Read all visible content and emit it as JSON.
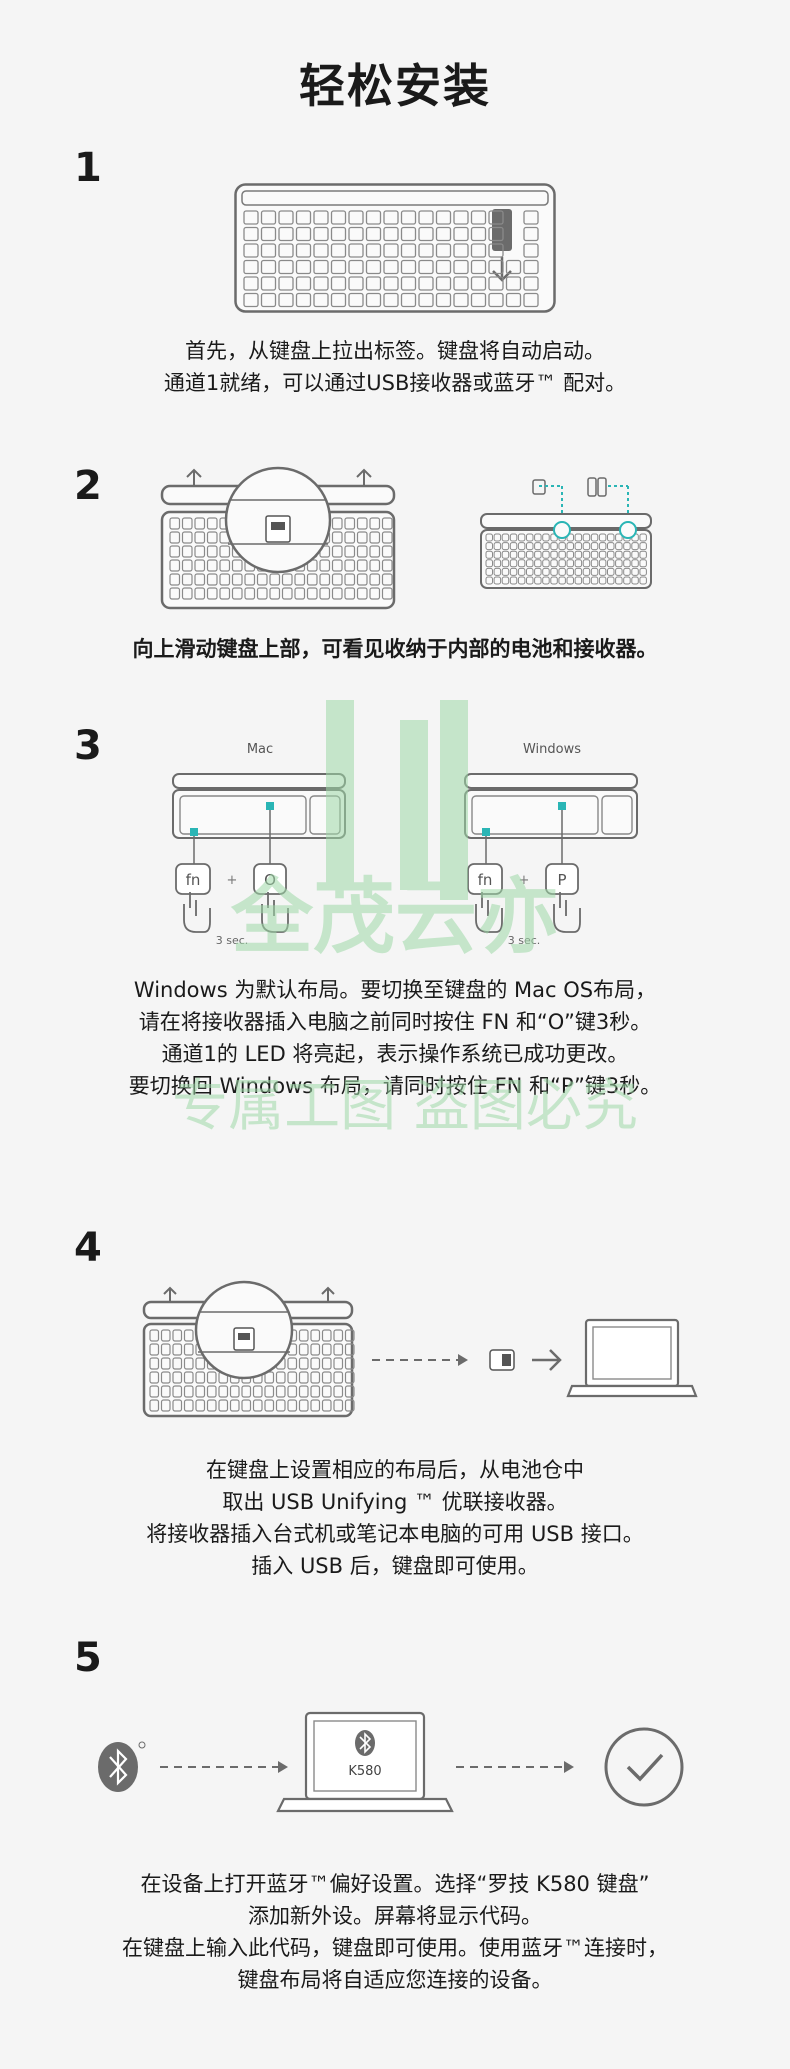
{
  "page": {
    "title": "轻松安装",
    "accent_color": "#2ab5b5"
  },
  "steps": [
    {
      "number": "1",
      "lines": [
        "首先，从键盘上拉出标签。键盘将自动启动。",
        "通道1就绪，可以通过USB接收器或蓝牙™ 配对。"
      ]
    },
    {
      "number": "2",
      "lines": [
        "向上滑动键盘上部，可看见收纳于内部的电池和接收器。"
      ]
    },
    {
      "number": "3",
      "mac_label": "Mac",
      "windows_label": "Windows",
      "keys_mac": [
        "fn",
        "O"
      ],
      "keys_win": [
        "fn",
        "P"
      ],
      "plus": "+",
      "hold_time": "3 sec.",
      "lines": [
        "Windows 为默认布局。要切换至键盘的 Mac OS布局，",
        "请在将接收器插入电脑之前同时按住 FN 和“O”键3秒。",
        "通道1的 LED 将亮起，表示操作系统已成功更改。",
        "要切换回 Windows 布局，请同时按住 FN 和“P”键3秒。"
      ]
    },
    {
      "number": "4",
      "lines": [
        "在键盘上设置相应的布局后，从电池仓中",
        "取出 USB Unifying ™ 优联接收器。",
        "将接收器插入台式机或笔记本电脑的可用 USB 接口。",
        "插入 USB 后，键盘即可使用。"
      ]
    },
    {
      "number": "5",
      "device_label": "K580",
      "lines": [
        "在设备上打开蓝牙™偏好设置。选择“罗技 K580 键盘”",
        "添加新外设。屏幕将显示代码。",
        "在键盘上输入此代码，键盘即可使用。使用蓝牙™连接时，",
        "键盘布局将自适应您连接的设备。"
      ]
    }
  ],
  "watermark": {
    "line1": "全茂云亦",
    "line2": "专属工图    盗图必究",
    "color": "#9fd9a8"
  }
}
